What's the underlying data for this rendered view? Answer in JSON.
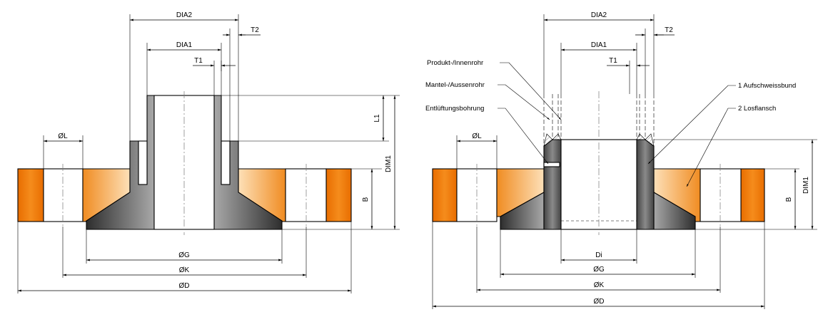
{
  "left": {
    "dims": {
      "dia2": "DIA2",
      "dia1": "DIA1",
      "t2": "T2",
      "t1": "T1",
      "l1": "L1",
      "dim1": "DIM1",
      "b": "B",
      "l": "ØL",
      "g": "ØG",
      "k": "ØK",
      "d": "ØD"
    }
  },
  "right": {
    "dims": {
      "dia2": "DIA2",
      "dia1": "DIA1",
      "t2": "T2",
      "t1": "T1",
      "dim1": "DIM1",
      "b": "B",
      "l": "ØL",
      "di": "Di",
      "g": "ØG",
      "k": "ØK",
      "d": "ØD"
    },
    "callouts": {
      "produkt": "Produkt-/Innenrohr",
      "mantel": "Mantel-/Aussenrohr",
      "entlueftung": "Entlüftungsbohrung",
      "aufschweissbund": "1  Aufschweissbund",
      "losflansch": "2  Losflansch"
    }
  },
  "colors": {
    "flange_orange": "#f07f0f",
    "flange_light": "#fbc890",
    "steel_dark": "#3e3e3e",
    "steel_light": "#b0b0b0"
  }
}
